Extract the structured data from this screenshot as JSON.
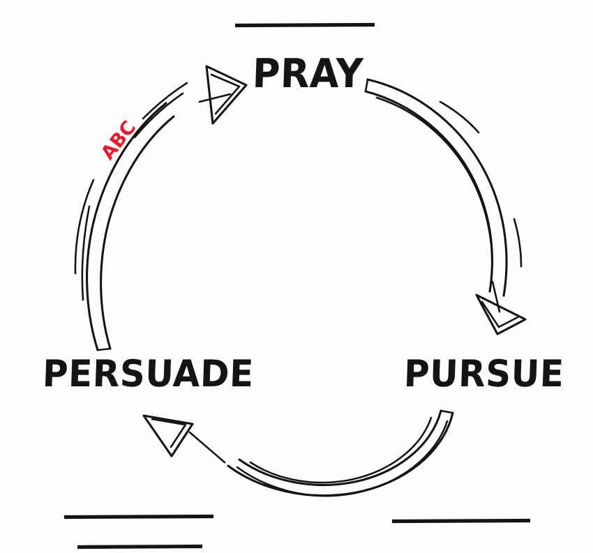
{
  "diagram": {
    "type": "cycle",
    "title_text": "",
    "background_color": "#fdfdfb",
    "ink_color": "#141414",
    "accent_color": "#e8192c",
    "style": "hand-drawn marker sketch",
    "nodes": [
      {
        "id": "pray",
        "label": "PRAY",
        "position": "top"
      },
      {
        "id": "pursue",
        "label": "PURSUE",
        "position": "bottom-right"
      },
      {
        "id": "persuade",
        "label": "PERSUADE",
        "position": "bottom-left"
      }
    ],
    "arrows": [
      {
        "id": "pray-to-pursue",
        "from": "PRAY",
        "to": "PURSUE",
        "direction": "clockwise"
      },
      {
        "id": "pursue-to-persuade",
        "from": "PURSUE",
        "to": "PERSUADE",
        "direction": "clockwise"
      },
      {
        "id": "persuade-to-pray",
        "from": "PERSUADE",
        "to": "PRAY",
        "direction": "clockwise"
      }
    ],
    "annotations": [
      {
        "id": "abc",
        "text": "ABC",
        "color": "#e8192c",
        "near": "persuade-to-pray"
      }
    ],
    "blank_lines": [
      {
        "id": "blank-top",
        "position": "above-pray"
      },
      {
        "id": "blank-bottom-left-1",
        "position": "below-persuade"
      },
      {
        "id": "blank-bottom-left-2",
        "position": "below-persuade"
      },
      {
        "id": "blank-bottom-right-1",
        "position": "below-pursue"
      }
    ]
  }
}
